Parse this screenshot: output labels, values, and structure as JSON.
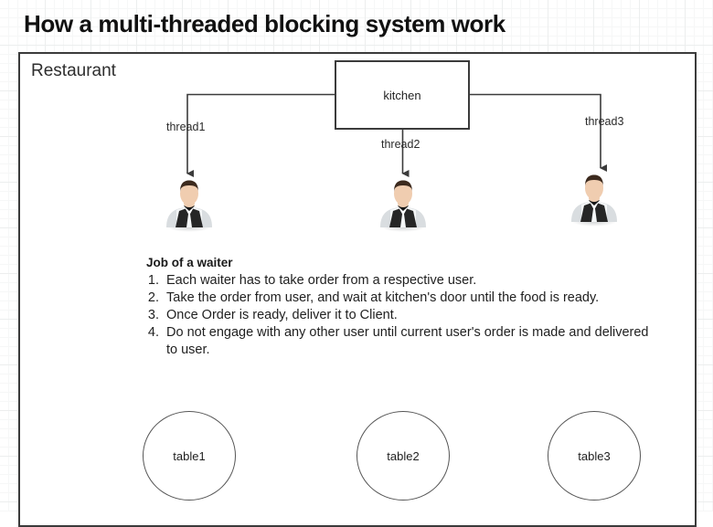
{
  "page": {
    "title": "How a multi-threaded blocking system work"
  },
  "diagram": {
    "container_label": "Restaurant",
    "kitchen": {
      "label": "kitchen"
    },
    "threads": [
      {
        "id": "thread1",
        "label": "thread1",
        "worker_icon": "waiter-icon"
      },
      {
        "id": "thread2",
        "label": "thread2",
        "worker_icon": "waiter-icon"
      },
      {
        "id": "thread3",
        "label": "thread3",
        "worker_icon": "waiter-icon"
      }
    ],
    "notes": {
      "heading": "Job of a waiter",
      "items": [
        "Each waiter has to take order from a respective user.",
        "Take the order from user, and wait at kitchen's door until the food is ready.",
        "Once Order is ready, deliver it to Client.",
        "Do not engage with any other user until current user's order is made and delivered to user."
      ]
    },
    "tables": [
      {
        "label": "table1"
      },
      {
        "label": "table2"
      },
      {
        "label": "table3"
      }
    ]
  },
  "colors": {
    "stroke": "#3b3b3b",
    "text": "#1f1f1f",
    "grid_minor": "#f6f7f7",
    "grid_major": "#eceeee",
    "background": "#ffffff"
  }
}
